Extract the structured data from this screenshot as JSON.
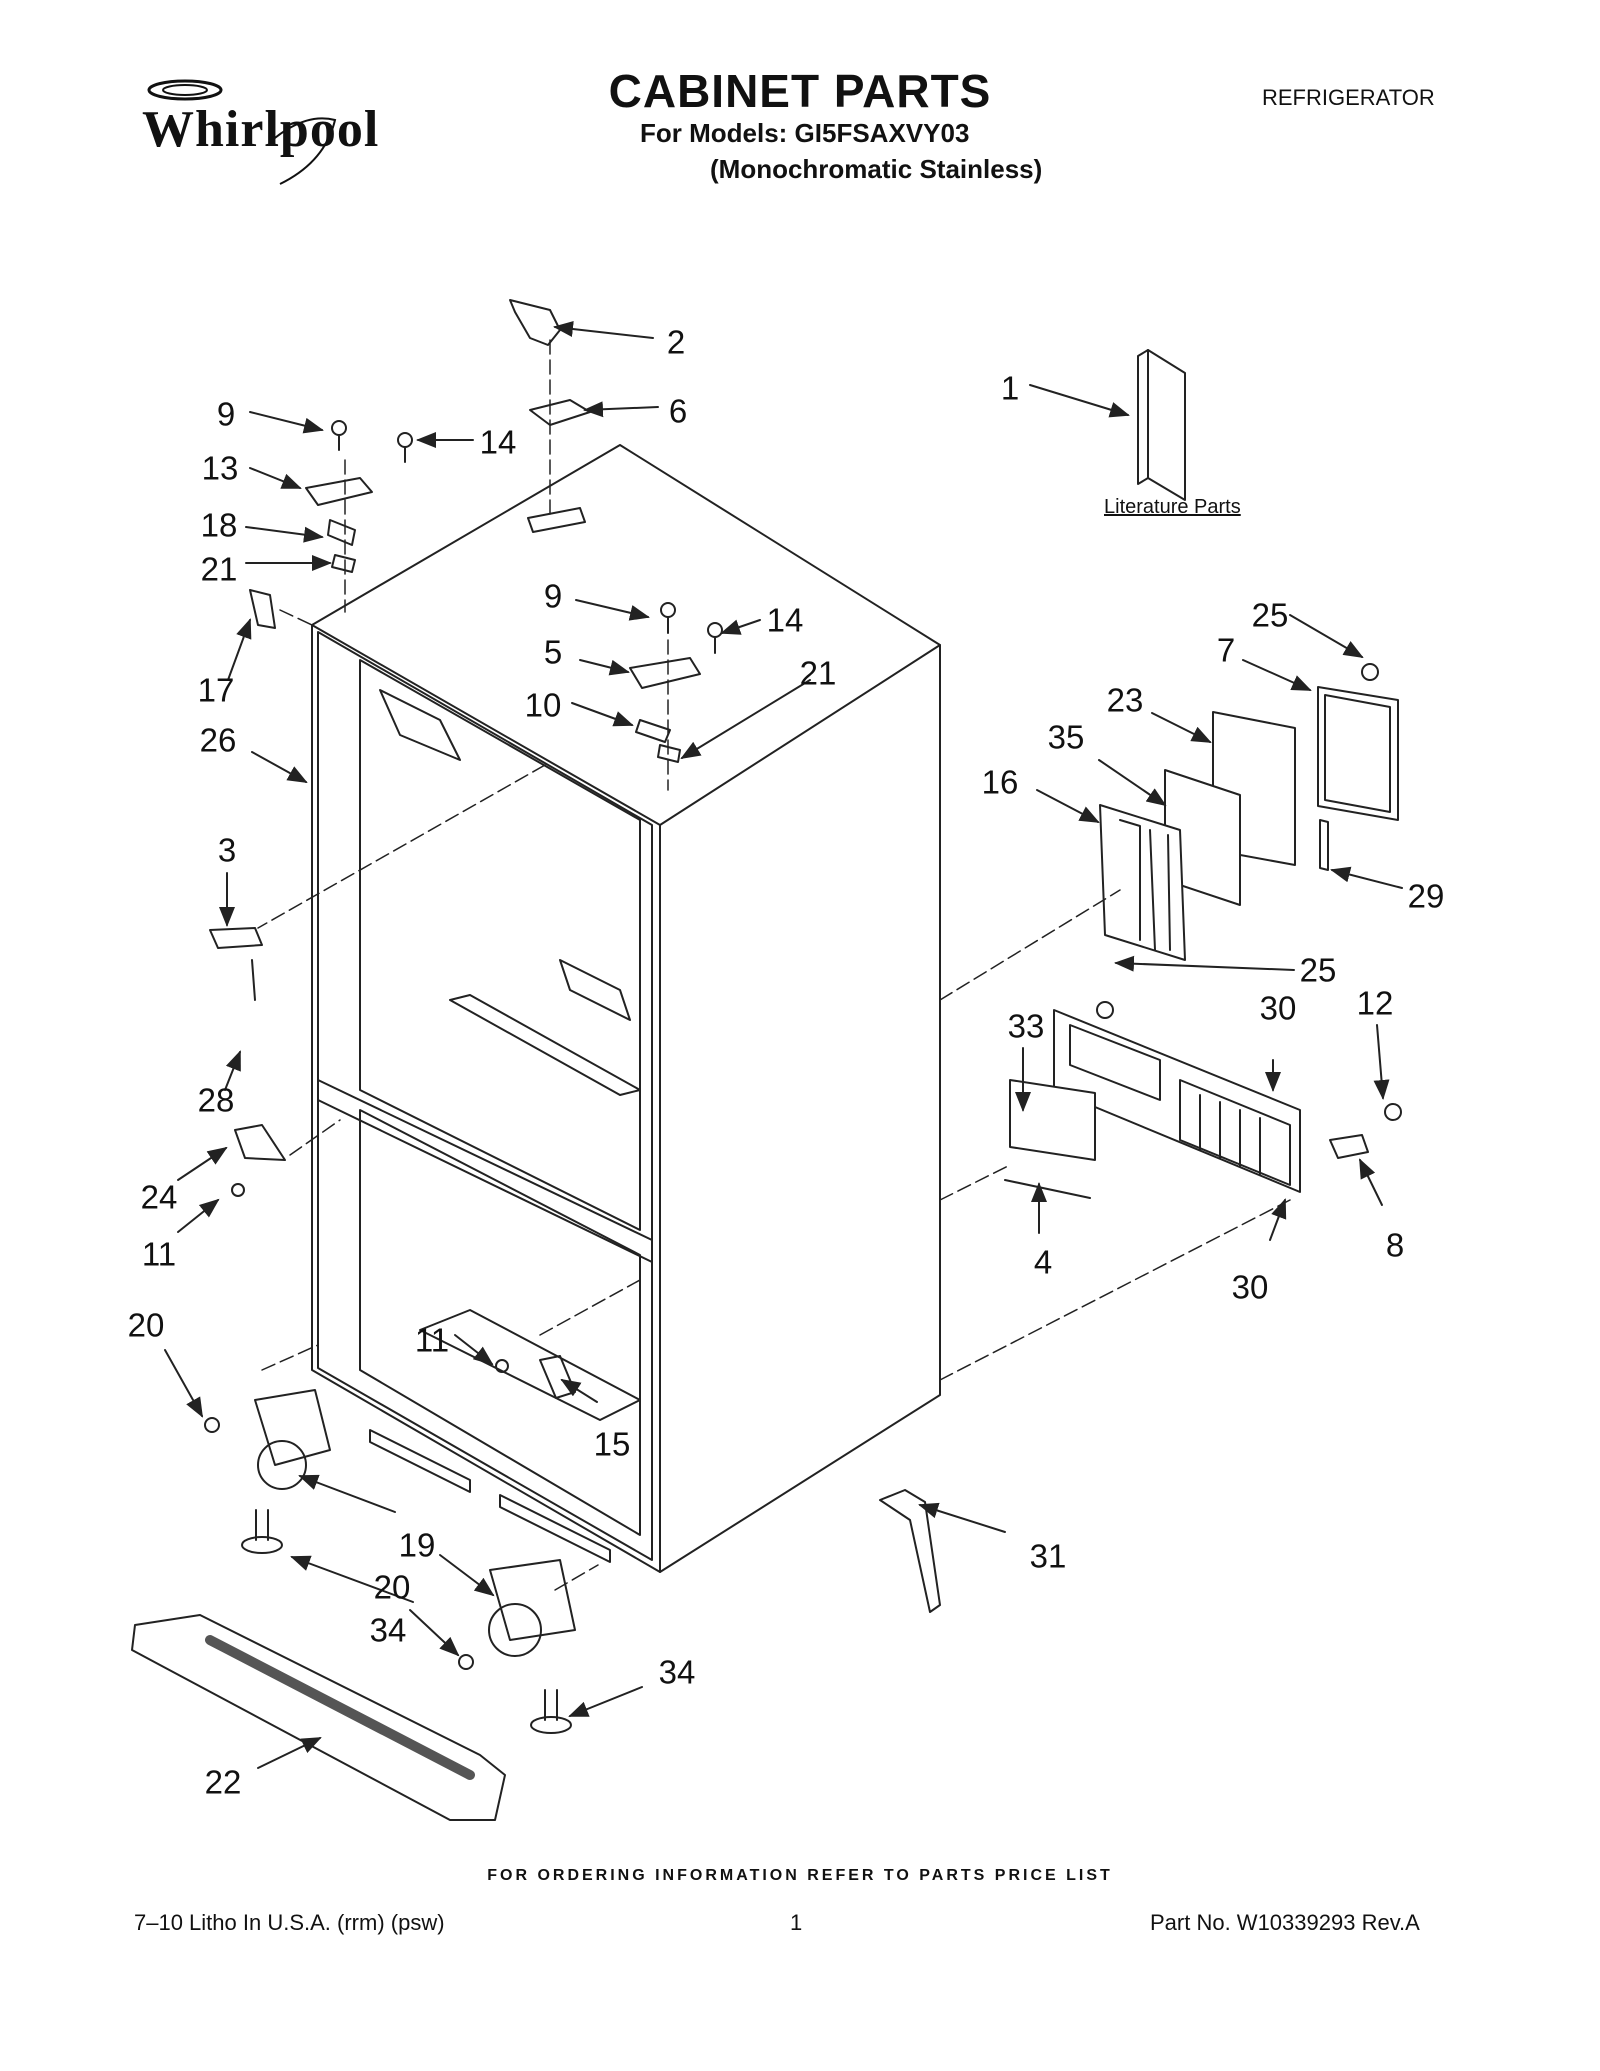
{
  "header": {
    "brand": "Whirlpool",
    "title": "CABINET PARTS",
    "models": "For Models: GI5FSAXVY03",
    "variant": "(Monochromatic Stainless)",
    "document_type": "REFRIGERATOR"
  },
  "literature_label": "Literature Parts",
  "callouts": [
    {
      "id": "c-2",
      "label": "2"
    },
    {
      "id": "c-6",
      "label": "6"
    },
    {
      "id": "c-1",
      "label": "1"
    },
    {
      "id": "c-9a",
      "label": "9"
    },
    {
      "id": "c-14a",
      "label": "14"
    },
    {
      "id": "c-13",
      "label": "13"
    },
    {
      "id": "c-18",
      "label": "18"
    },
    {
      "id": "c-21a",
      "label": "21"
    },
    {
      "id": "c-17",
      "label": "17"
    },
    {
      "id": "c-26",
      "label": "26"
    },
    {
      "id": "c-9b",
      "label": "9"
    },
    {
      "id": "c-14b",
      "label": "14"
    },
    {
      "id": "c-5",
      "label": "5"
    },
    {
      "id": "c-10",
      "label": "10"
    },
    {
      "id": "c-21b",
      "label": "21"
    },
    {
      "id": "c-25a",
      "label": "25"
    },
    {
      "id": "c-7",
      "label": "7"
    },
    {
      "id": "c-23",
      "label": "23"
    },
    {
      "id": "c-35",
      "label": "35"
    },
    {
      "id": "c-16",
      "label": "16"
    },
    {
      "id": "c-29",
      "label": "29"
    },
    {
      "id": "c-3",
      "label": "3"
    },
    {
      "id": "c-25b",
      "label": "25"
    },
    {
      "id": "c-33",
      "label": "33"
    },
    {
      "id": "c-30a",
      "label": "30"
    },
    {
      "id": "c-12",
      "label": "12"
    },
    {
      "id": "c-28",
      "label": "28"
    },
    {
      "id": "c-24",
      "label": "24"
    },
    {
      "id": "c-11a",
      "label": "11"
    },
    {
      "id": "c-4",
      "label": "4"
    },
    {
      "id": "c-8",
      "label": "8"
    },
    {
      "id": "c-30b",
      "label": "30"
    },
    {
      "id": "c-20a",
      "label": "20"
    },
    {
      "id": "c-11b",
      "label": "11"
    },
    {
      "id": "c-15",
      "label": "15"
    },
    {
      "id": "c-19",
      "label": "19"
    },
    {
      "id": "c-31",
      "label": "31"
    },
    {
      "id": "c-20b",
      "label": "20"
    },
    {
      "id": "c-34a",
      "label": "34"
    },
    {
      "id": "c-34b",
      "label": "34"
    },
    {
      "id": "c-22",
      "label": "22"
    }
  ],
  "footer": {
    "ordering_note": "FOR ORDERING INFORMATION REFER TO PARTS PRICE LIST",
    "litho": "7–10 Litho In U.S.A. (rrm) (psw)",
    "page": "1",
    "part_no": "Part No. W10339293 Rev.A"
  }
}
